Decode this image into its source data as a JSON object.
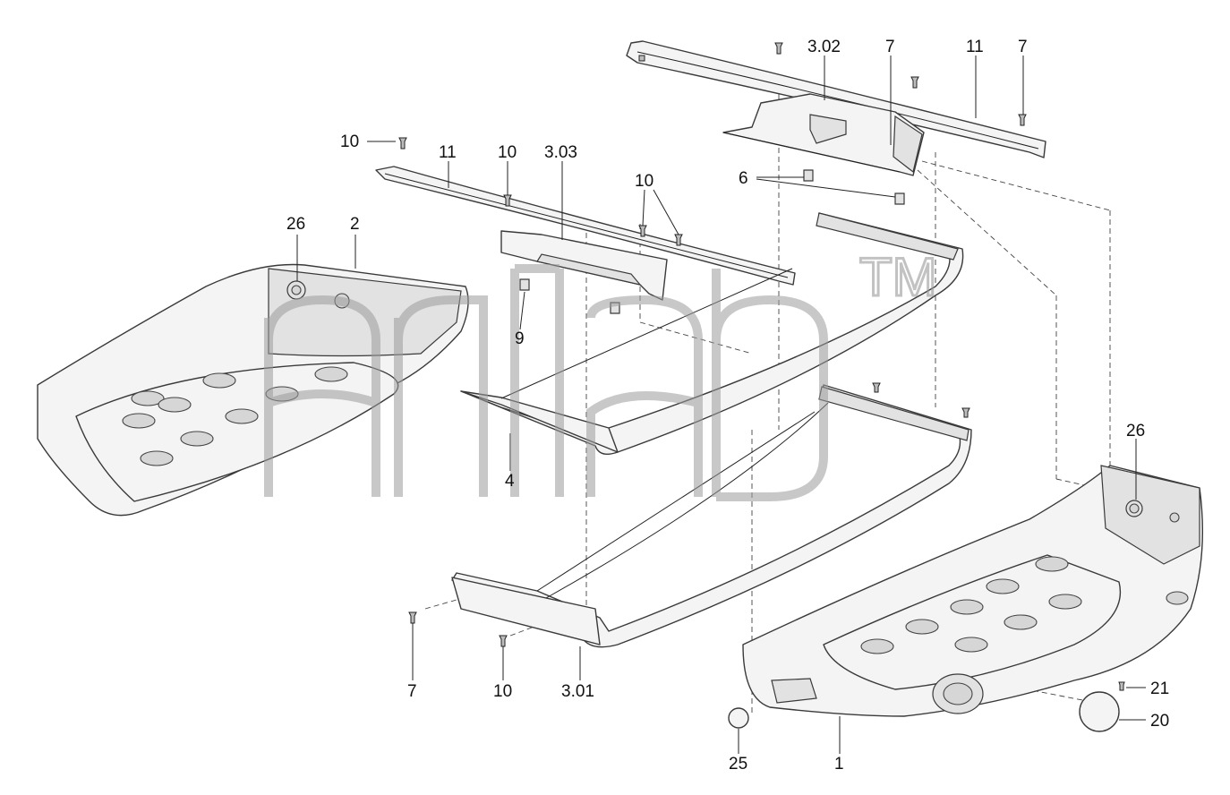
{
  "watermark": {
    "tm": "TM"
  },
  "callouts": {
    "c302": "3.02",
    "c7a": "7",
    "c11a": "11",
    "c7b": "7",
    "c10a": "10",
    "c11b": "11",
    "c10b": "10",
    "c303": "3.03",
    "c10c": "10",
    "c6": "6",
    "c26a": "26",
    "c2": "2",
    "c9": "9",
    "c4": "4",
    "c26b": "26",
    "c7c": "7",
    "c10d": "10",
    "c301": "3.01",
    "c21": "21",
    "c20": "20",
    "c25": "25",
    "c1": "1"
  }
}
